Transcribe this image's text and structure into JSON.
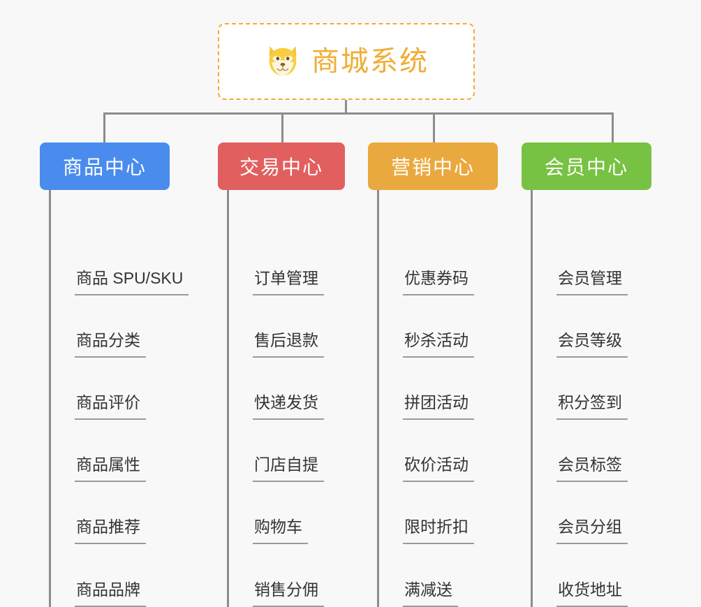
{
  "page": {
    "background_color": "#f8f8f8",
    "type": "mindmap"
  },
  "root": {
    "title": "商城系统",
    "icon": "shiba-dog-face-icon",
    "border_color": "#f0ad34",
    "text_color": "#f0ad34",
    "background_color": "#ffffff"
  },
  "branches": [
    {
      "label": "商品中心",
      "color": "#4a8cee",
      "items": [
        "商品 SPU/SKU",
        "商品分类",
        "商品评价",
        "商品属性",
        "商品推荐",
        "商品品牌"
      ]
    },
    {
      "label": "交易中心",
      "color": "#e25f5f",
      "items": [
        "订单管理",
        "售后退款",
        "快递发货",
        "门店自提",
        "购物车",
        "销售分佣"
      ]
    },
    {
      "label": "营销中心",
      "color": "#eaa93e",
      "items": [
        "优惠券码",
        "秒杀活动",
        "拼团活动",
        "砍价活动",
        "限时折扣",
        "满减送"
      ]
    },
    {
      "label": "会员中心",
      "color": "#78c243",
      "items": [
        "会员管理",
        "会员等级",
        "积分签到",
        "会员标签",
        "会员分组",
        "收货地址"
      ]
    }
  ],
  "connector": {
    "color": "#8c8c8c"
  }
}
